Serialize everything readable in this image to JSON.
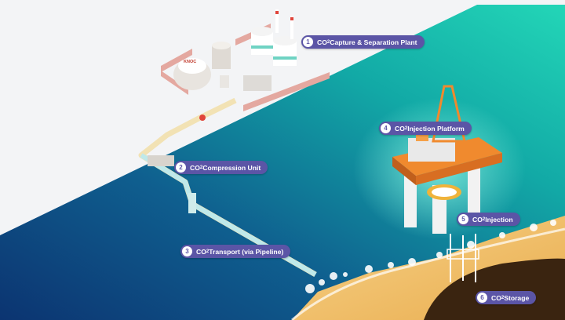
{
  "callouts": [
    {
      "number": "1",
      "prefix": "CO",
      "sub": "2",
      "label": " Capture & Separation Plant"
    },
    {
      "number": "2",
      "prefix": "CO",
      "sub": "2",
      "label": " Compression Unit"
    },
    {
      "number": "3",
      "prefix": "CO",
      "sub": "2",
      "label": " Transport (via Pipeline)"
    },
    {
      "number": "4",
      "prefix": "CO",
      "sub": "2",
      "label": " Injection Platform"
    },
    {
      "number": "5",
      "prefix": "CO",
      "sub": "2",
      "label": " Injection"
    },
    {
      "number": "6",
      "prefix": "CO",
      "sub": "2",
      "label": " Storage"
    }
  ],
  "logo_text": "KNOC",
  "colors": {
    "callout": "#5b55a6",
    "sea_dark": "#0f3f7a",
    "sea_light": "#1bd3b4",
    "sand": "#f4c46f",
    "platform": "#f08a2e"
  }
}
